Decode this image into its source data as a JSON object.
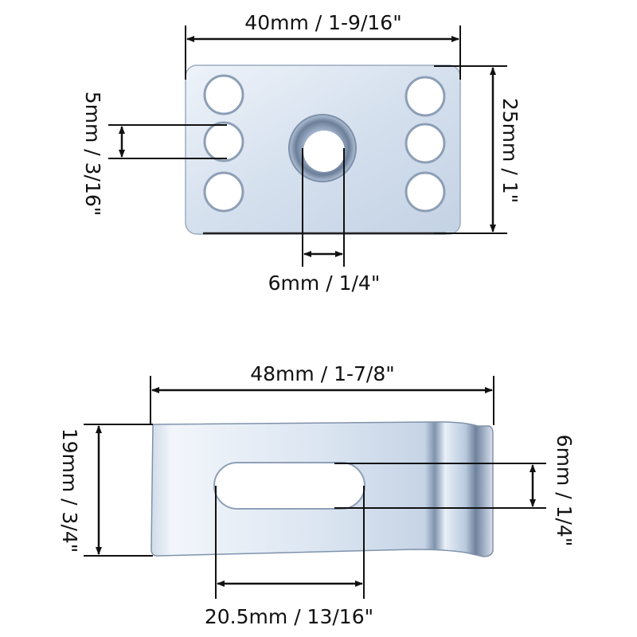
{
  "colors": {
    "line": "#111111",
    "metal_light": "#e6edf6",
    "metal_mid": "#c9d6e6",
    "metal_dark": "#8ea2ba",
    "hole": "#ffffff",
    "background": "#ffffff"
  },
  "top_part": {
    "name": "mounting plate with threaded insert",
    "holes_per_side": 3,
    "center_hole": "threaded",
    "dimensions": {
      "width": "40mm / 1-9/16\"",
      "height": "25mm / 1\"",
      "hole_diameter": "5mm / 3/16\"",
      "thread_diameter": "6mm / 1/4\""
    }
  },
  "bottom_part": {
    "name": "bent bracket with slot",
    "dimensions": {
      "length": "48mm / 1-7/8\"",
      "height": "19mm / 3/4\"",
      "slot_width": "6mm / 1/4\"",
      "slot_length": "20.5mm / 13/16\""
    }
  }
}
